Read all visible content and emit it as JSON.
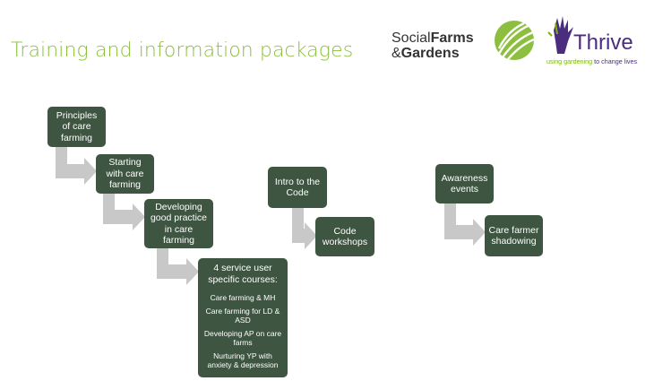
{
  "title": "Training and information packages",
  "logos": {
    "social_farms": {
      "line1_light": "Social",
      "line1_bold": "Farms",
      "line2_light": "&",
      "line2_bold": "Gardens",
      "accent": "#8cbf3f"
    },
    "thrive": {
      "name": "Thrive",
      "tagline_green": "using gardening",
      "tagline_purple": "to change lives",
      "accent": "#4b2d7f",
      "tag_color": "#7ab800"
    }
  },
  "colors": {
    "box": "#3d5541",
    "arrow": "#c8c8c8",
    "title": "#8cbf3f"
  },
  "flow": {
    "principles": "Principles of care farming",
    "starting": "Starting with care farming",
    "developing": "Developing good practice in care farming",
    "courses": {
      "heading": "4 service user specific courses:",
      "items": [
        "Care farming & MH",
        "Care farming for LD & ASD",
        "Developing AP on care farms",
        "Nurturing YP with anxiety & depression"
      ]
    },
    "intro_code": "Intro to the Code",
    "code_workshops": "Code workshops",
    "awareness": "Awareness events",
    "shadowing": "Care farmer shadowing"
  }
}
